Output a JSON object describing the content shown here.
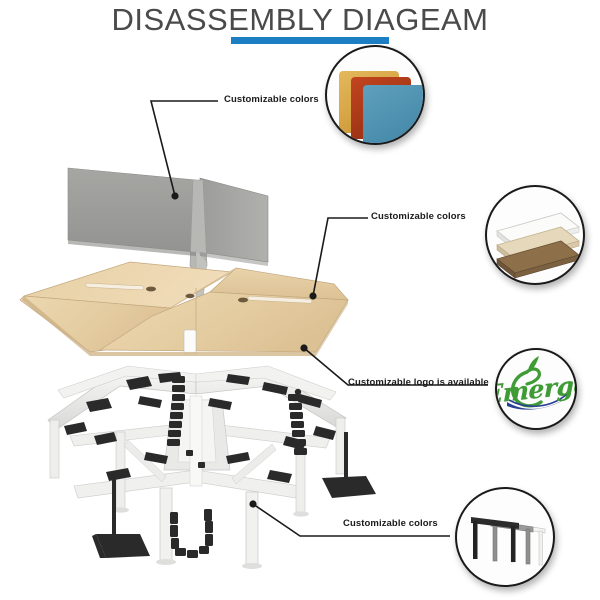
{
  "page": {
    "title": "DISASSEMBLY DIAGEAM",
    "accent_color": "#1c7fc4",
    "title_color": "#4a4a4a",
    "background": "#ffffff"
  },
  "callouts": [
    {
      "id": "panel-colors",
      "label": "Customizable colors"
    },
    {
      "id": "top-colors",
      "label": "Customizable colors"
    },
    {
      "id": "logo-option",
      "label": "Customizable logo is available"
    },
    {
      "id": "frame-colors",
      "label": "Customizable colors"
    }
  ],
  "insets": [
    {
      "id": "fabric-swatches",
      "name": "fabric-color-swatches",
      "swatches": [
        "#d9a441",
        "#b03a1a",
        "#4a90b0"
      ]
    },
    {
      "id": "laminate-layers",
      "name": "worktop-laminate-layers",
      "layers": [
        "#f3f3f1",
        "#e0d2b4",
        "#8a6a43"
      ]
    },
    {
      "id": "brand-logo",
      "name": "emerge-logo",
      "brand": "Emerge",
      "logo_green": "#3f9c35",
      "logo_blue": "#2b3f93"
    },
    {
      "id": "frame-colors",
      "name": "frame-color-options",
      "frames": [
        "#232323",
        "#8d8d8d",
        "#e9e9e9"
      ]
    }
  ],
  "assembly": {
    "privacy_panels": {
      "name": "acoustic-privacy-panels",
      "color": "#9a9a98"
    },
    "worktops": {
      "name": "wood-worktop-cluster",
      "color": "#e8d2a8"
    },
    "frame": {
      "name": "height-adjustable-frame",
      "color": "#ececeb",
      "accessory_color": "#2a2a2a"
    }
  }
}
